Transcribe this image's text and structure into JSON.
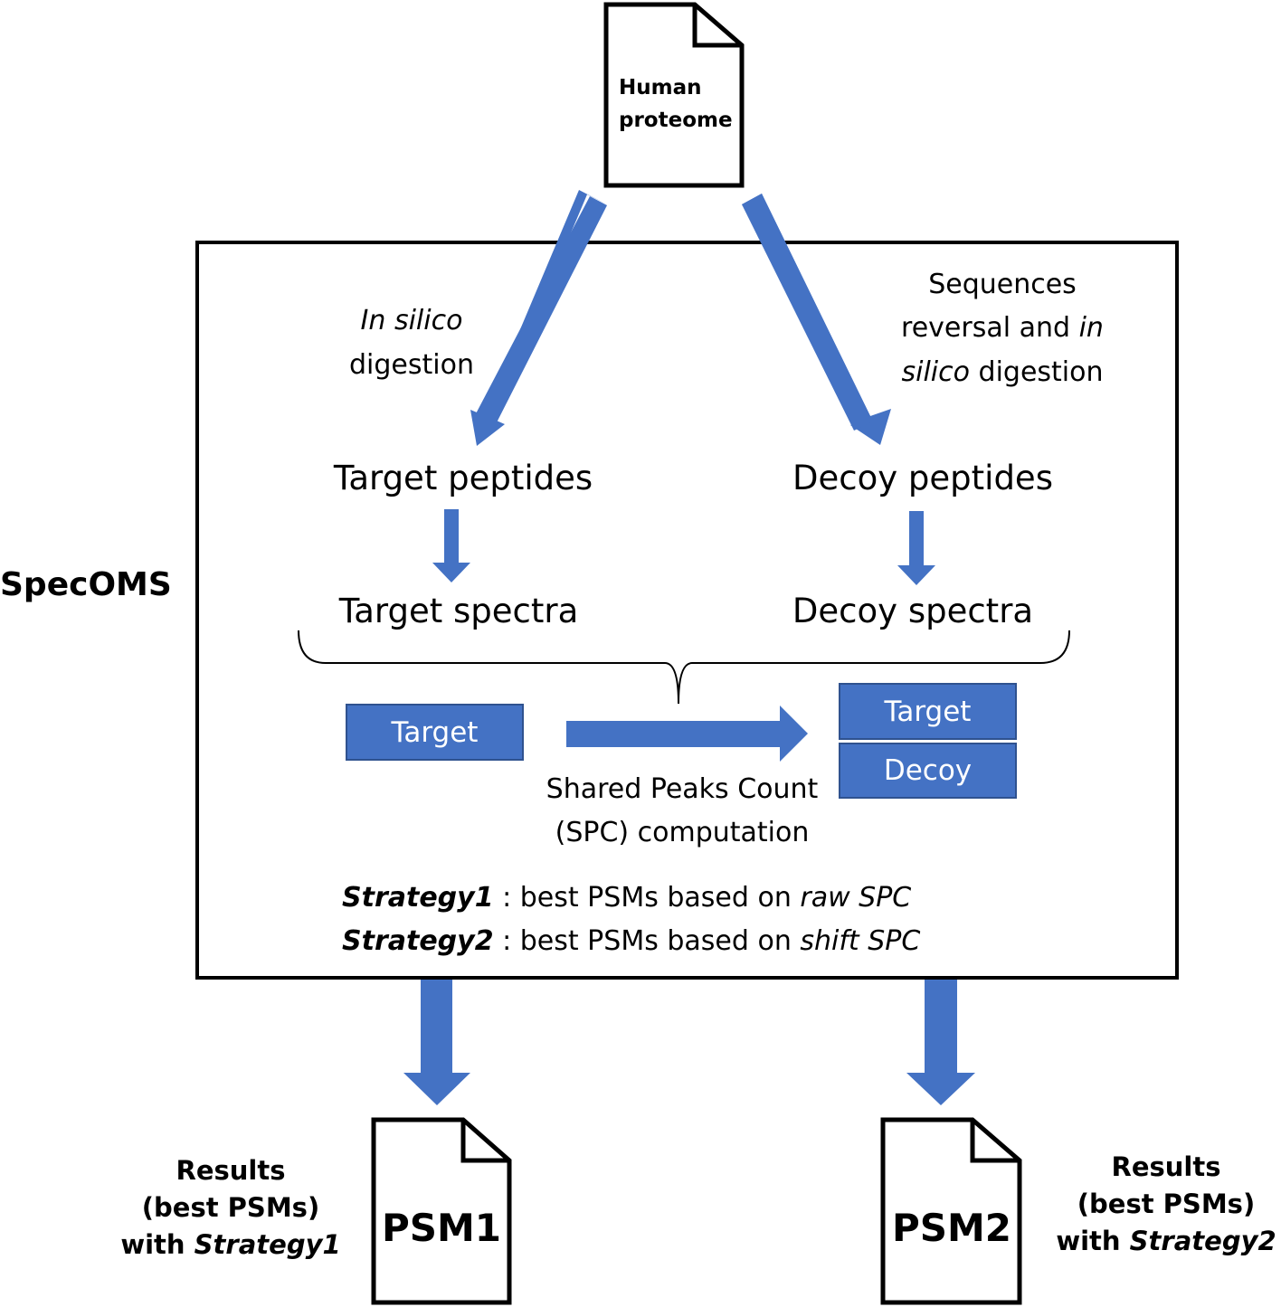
{
  "top_doc": {
    "line1": "Human",
    "line2": "proteome"
  },
  "group_label": "SpecOMS",
  "left_step": {
    "line1": "In silico",
    "line2": "digestion"
  },
  "right_step": {
    "line1": "Sequences",
    "line2_a": "reversal and ",
    "line2_b": "in",
    "line3_a": "silico",
    "line3_b": " digestion"
  },
  "target_peptides": "Target peptides",
  "decoy_peptides": "Decoy peptides",
  "target_spectra": "Target spectra",
  "decoy_spectra": "Decoy spectra",
  "box_target_left": "Target",
  "box_target_right": "Target",
  "box_decoy_right": "Decoy",
  "spc": {
    "line1": "Shared Peaks Count",
    "line2": "(SPC) computation"
  },
  "strategy1": {
    "name": "Strategy1",
    "text": " : best PSMs based on ",
    "em": "raw SPC"
  },
  "strategy2": {
    "name": "Strategy2",
    "text": " : best PSMs based on ",
    "em": "shift SPC"
  },
  "psm1": {
    "label": "PSM1",
    "res_line1": "Results",
    "res_line2": "(best PSMs)",
    "res_line3_a": "with ",
    "res_line3_b": "Strategy1"
  },
  "psm2": {
    "label": "PSM2",
    "res_line1": "Results",
    "res_line2": "(best PSMs)",
    "res_line3_a": "with ",
    "res_line3_b": "Strategy2"
  },
  "colors": {
    "arrow": "#4472C4",
    "box_fill": "#4472C4",
    "box_border": "#2F528F",
    "outline": "#000000"
  }
}
